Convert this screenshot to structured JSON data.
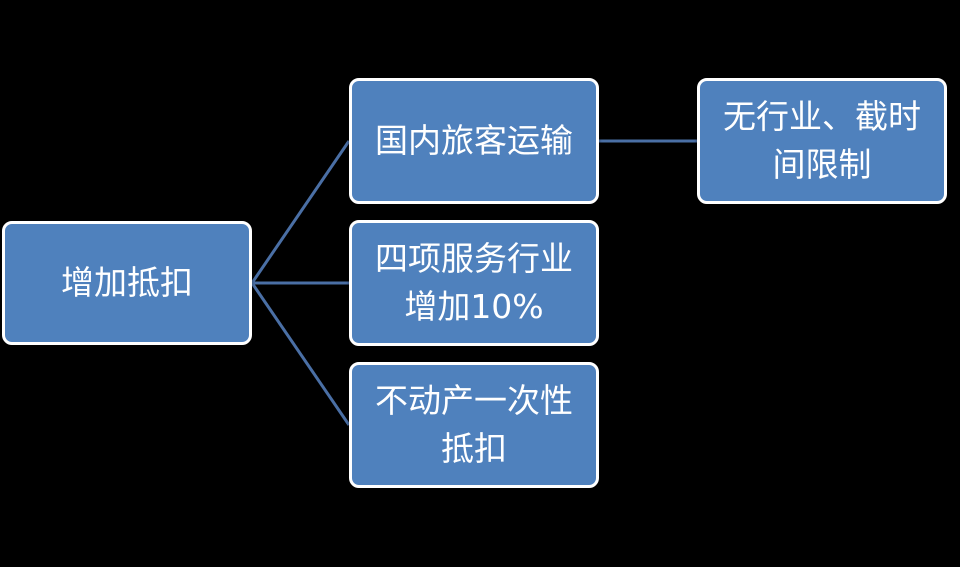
{
  "colors": {
    "background": "#000000",
    "node_fill": "#4f81bd",
    "node_border": "#ffffff",
    "connector": "#4a6fa5",
    "text": "#ffffff"
  },
  "diagram": {
    "root": {
      "label": "增加抵扣"
    },
    "children": [
      {
        "line1": "国内旅客运输",
        "child": {
          "line1": "无行业、截时",
          "line2": "间限制"
        }
      },
      {
        "line1": "四项服务行业",
        "line2": "增加10%"
      },
      {
        "line1": "不动产一次性",
        "line2": "抵扣"
      }
    ]
  }
}
